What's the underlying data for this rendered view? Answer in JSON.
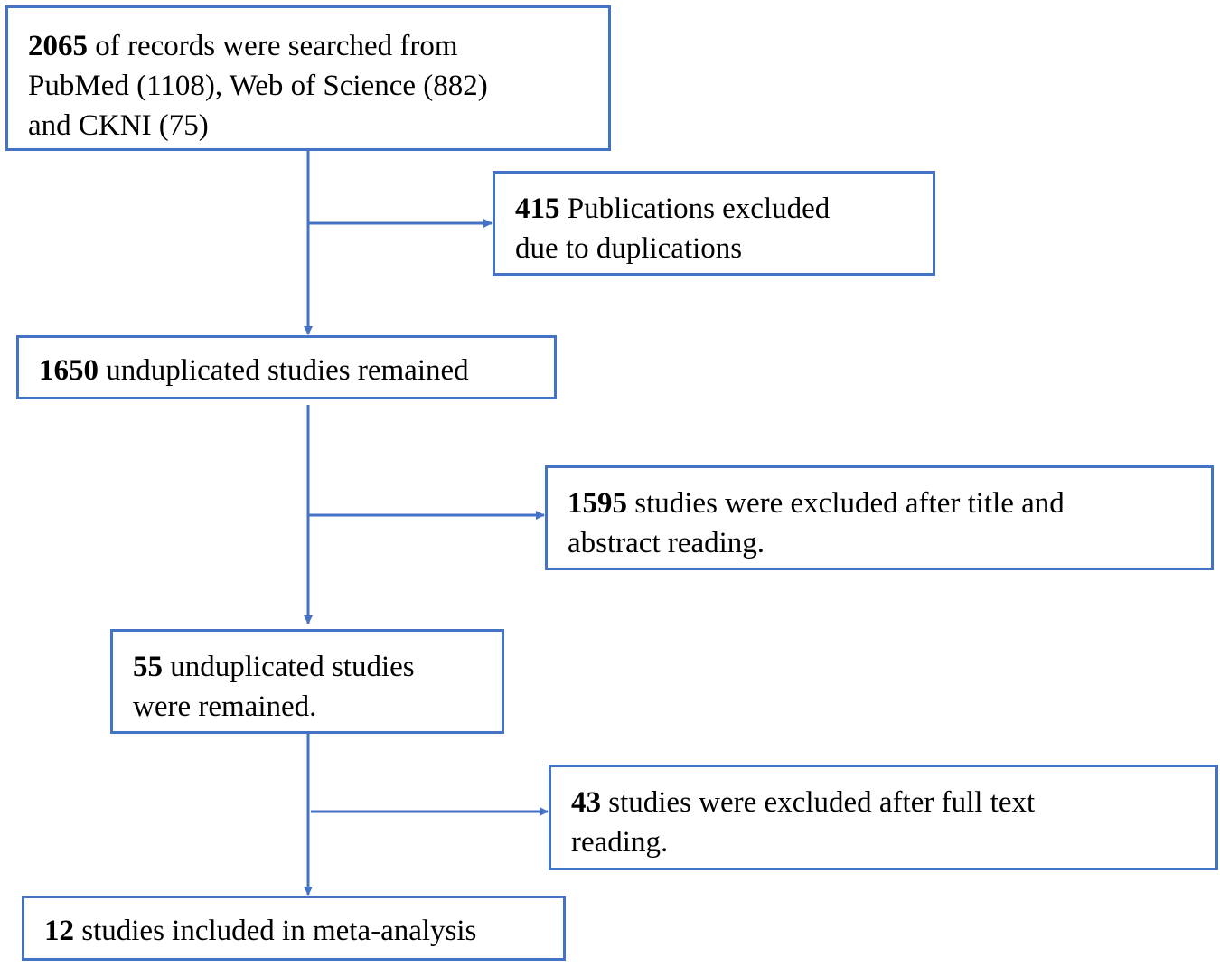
{
  "colors": {
    "stroke": "#4472C4",
    "text": "#000000"
  },
  "boxes": {
    "records": {
      "count": "2065",
      "lines": [
        " of records were searched from",
        "PubMed (1108),  Web of Science (882)",
        "and CKNI (75)"
      ]
    },
    "duplicates": {
      "count": "415",
      "lines": [
        " Publications excluded",
        "due to duplications"
      ]
    },
    "unduplicated": {
      "count": "1650",
      "lines": [
        " unduplicated studies remained"
      ]
    },
    "title_abstract": {
      "count": "1595",
      "lines": [
        " studies were excluded after title and",
        "abstract reading."
      ]
    },
    "remained": {
      "count": "55",
      "lines": [
        " unduplicated studies",
        "were remained."
      ]
    },
    "full_text": {
      "count": "43",
      "lines": [
        " studies were excluded after full text",
        "reading."
      ]
    },
    "included": {
      "count": "12",
      "lines": [
        " studies included in meta-analysis"
      ]
    }
  }
}
